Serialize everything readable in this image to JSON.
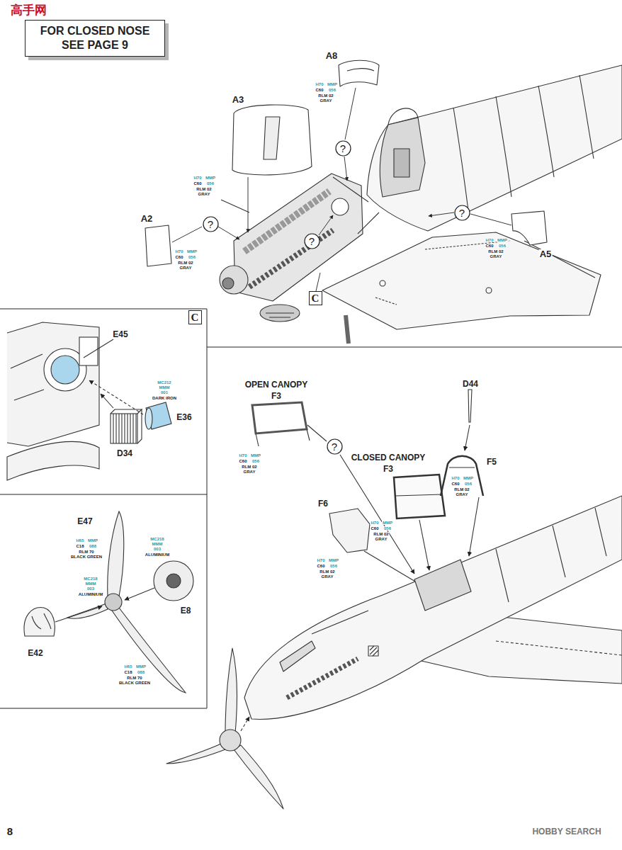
{
  "diagram": {
    "nodes": [
      {
        "text": [
          "FOR CLOSED NOSE SEE PAGE 9"
        ]
      },
      {
        "text": [
          "?"
        ]
      },
      {
        "text": [
          "?"
        ]
      },
      {
        "text": [
          "?"
        ]
      },
      {
        "text": [
          "?"
        ]
      },
      {
        "text": [
          "C"
        ]
      },
      {
        "text": [
          "C"
        ]
      },
      {
        "text": [
          "?"
        ]
      }
    ],
    "labels": [
      "高手网",
      "A8",
      "A3",
      "A2",
      "A5",
      "E45",
      "E36",
      "D34",
      "OPEN CANOPY",
      "F3",
      "D44",
      "CLOSED CANOPY",
      "F3",
      "F5",
      "F6",
      "E47",
      "E8",
      "E42",
      "8",
      "HOBBY SEARCH",
      "H70",
      "MMP",
      "C60",
      "056",
      "RLM 02",
      "GRAY",
      "H70",
      "MMP",
      "C60",
      "056",
      "RLM 02",
      "GRAY",
      "H70",
      "MMP",
      "C60",
      "056",
      "RLM 02",
      "GRAY",
      "H70",
      "MMP",
      "C60",
      "056",
      "RLM 02",
      "GRAY",
      "MC212",
      "MMM",
      "001",
      "DARK IRON",
      "H70",
      "MMP",
      "C60",
      "056",
      "RLM 02",
      "GRAY",
      "H70",
      "MMP",
      "C60",
      "056",
      "RLM 02",
      "GRAY",
      "H70",
      "MMP",
      "C60",
      "056",
      "RLM 02",
      "GRAY",
      "H70",
      "MMP",
      "C60",
      "056",
      "RLM 02",
      "GRAY",
      "H65",
      "MMP",
      "C18",
      "088",
      "RLM 70",
      "BLACK GREEN",
      "MC218",
      "MMM",
      "003",
      "ALUMINIUM",
      "MC218",
      "MMM",
      "003",
      "ALUMINIUM",
      "H65",
      "MMP",
      "C18",
      "088",
      "RLM 70",
      "BLACK GREEN"
    ]
  }
}
